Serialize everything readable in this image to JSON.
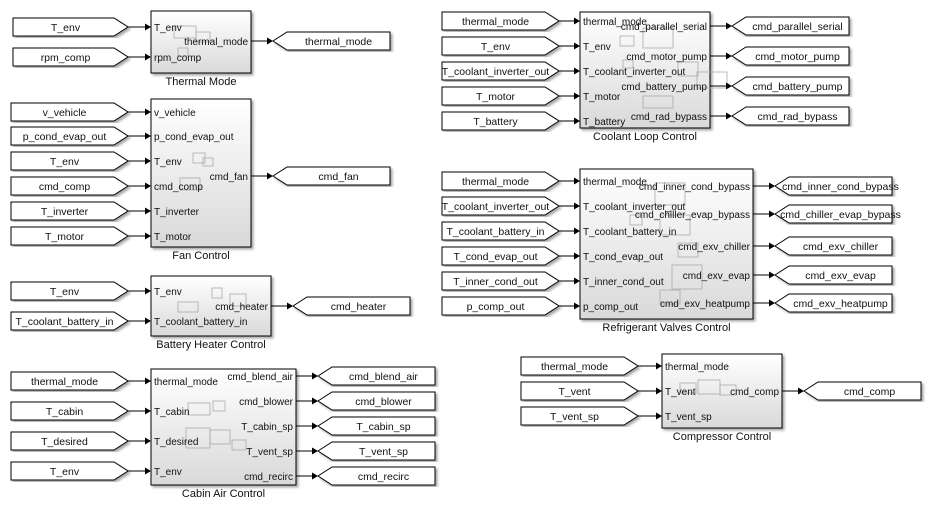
{
  "blocks": [
    {
      "id": "thermal_mode_block",
      "title": "Thermal Mode",
      "inputs": [
        "T_env",
        "rpm_comp"
      ],
      "outputs": [
        "thermal_mode"
      ]
    },
    {
      "id": "fan_control",
      "title": "Fan Control",
      "inputs": [
        "v_vehicle",
        "p_cond_evap_out",
        "T_env",
        "cmd_comp",
        "T_inverter",
        "T_motor"
      ],
      "outputs": [
        "cmd_fan"
      ]
    },
    {
      "id": "battery_heater_control",
      "title": "Battery Heater Control",
      "inputs": [
        "T_env",
        "T_coolant_battery_in"
      ],
      "outputs": [
        "cmd_heater"
      ]
    },
    {
      "id": "cabin_air_control",
      "title": "Cabin Air Control",
      "inputs": [
        "thermal_mode",
        "T_cabin",
        "T_desired",
        "T_env"
      ],
      "outputs": [
        "cmd_blend_air",
        "cmd_blower",
        "T_cabin_sp",
        "T_vent_sp",
        "cmd_recirc"
      ]
    },
    {
      "id": "coolant_loop_control",
      "title": "Coolant Loop Control",
      "inputs": [
        "thermal_mode",
        "T_env",
        "T_coolant_inverter_out",
        "T_motor",
        "T_battery"
      ],
      "outputs": [
        "cmd_parallel_serial",
        "cmd_motor_pump",
        "cmd_battery_pump",
        "cmd_rad_bypass"
      ]
    },
    {
      "id": "refrigerant_valves_control",
      "title": "Refrigerant Valves Control",
      "inputs": [
        "thermal_mode",
        "T_coolant_inverter_out",
        "T_coolant_battery_in",
        "T_cond_evap_out",
        "T_inner_cond_out",
        "p_comp_out"
      ],
      "outputs": [
        "cmd_inner_cond_bypass",
        "cmd_chiller_evap_bypass",
        "cmd_exv_chiller",
        "cmd_exv_evap",
        "cmd_exv_heatpump"
      ]
    },
    {
      "id": "compressor_control",
      "title": "Compressor Control",
      "inputs": [
        "thermal_mode",
        "T_vent",
        "T_vent_sp"
      ],
      "outputs": [
        "cmd_comp"
      ]
    }
  ]
}
